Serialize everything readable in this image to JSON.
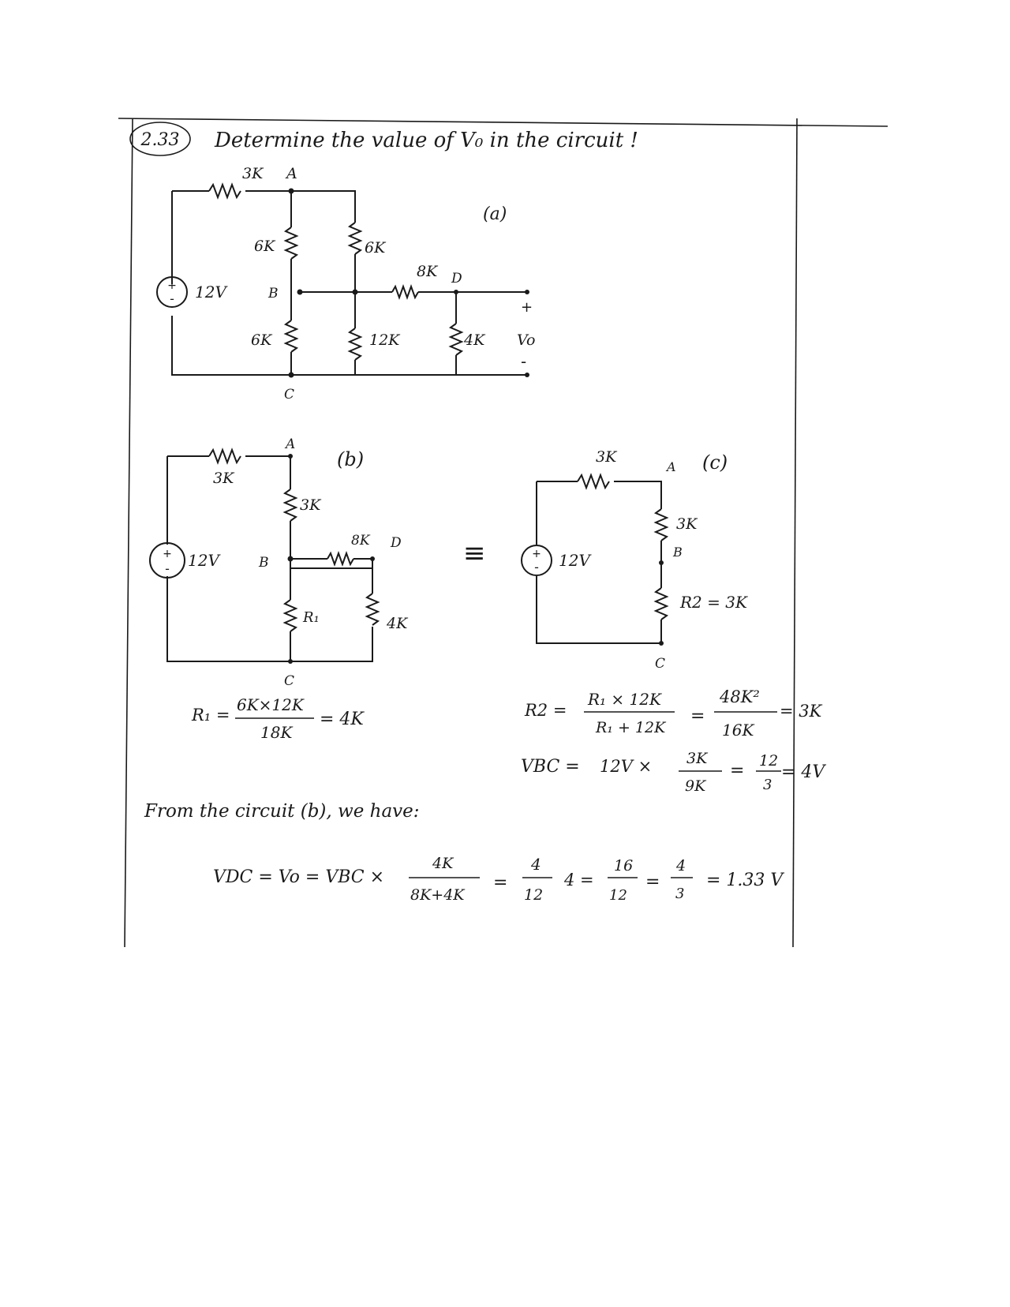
{
  "problem": {
    "number": "2.33",
    "statement": "Determine the value of V₀ in the circuit !"
  },
  "circuit_a": {
    "tag": "(a)",
    "source": "12V",
    "r_top": "3K",
    "r_ab1": "6K",
    "r_ab2": "6K",
    "r_bc1": "6K",
    "r_bc2": "12K",
    "r_bd": "8K",
    "r_load": "4K",
    "node_a": "A",
    "node_b": "B",
    "node_c": "C",
    "node_d": "D",
    "out_label": "Vo",
    "plus": "+",
    "minus": "-"
  },
  "circuit_b": {
    "tag": "(b)",
    "source": "12V",
    "r_top": "3K",
    "r_ab": "3K",
    "r_bd": "8K",
    "r_bc": "R₁",
    "r_load": "4K",
    "node_a": "A",
    "node_b": "B",
    "node_c": "C",
    "node_d": "D"
  },
  "equiv_symbol": "≡",
  "circuit_c": {
    "tag": "(c)",
    "source": "12V",
    "r_top": "3K",
    "r_ab": "3K",
    "r_bc": "R2 = 3K",
    "node_a": "A",
    "node_b": "B",
    "node_c": "C"
  },
  "equations": {
    "r1_lhs": "R₁ =",
    "r1_num": "6K×12K",
    "r1_den": "18K",
    "r1_result": "= 4K",
    "r2_lhs": "R2 =",
    "r2_num": "R₁ × 12K",
    "r2_den": "R₁ + 12K",
    "r2_eq": "=",
    "r2_num2": "48K²",
    "r2_den2": "16K",
    "r2_result": "= 3K",
    "vbc_lhs": "VBC =",
    "vbc_mid": "12V ×",
    "vbc_num": "3K",
    "vbc_den": "9K",
    "vbc_eq": "=",
    "vbc_num2": "12",
    "vbc_den2": "3",
    "vbc_result": "= 4V",
    "from_text": "From the circuit (b), we have:",
    "vdc_lhs": "VDC = Vo = VBC ×",
    "vdc_num": "4K",
    "vdc_den": "8K+4K",
    "vdc_eq1": "=",
    "vdc_num2": "4",
    "vdc_den2": "12",
    "vdc_mul": "4 =",
    "vdc_num3": "16",
    "vdc_den3": "12",
    "vdc_eq2": "=",
    "vdc_num4": "4",
    "vdc_den4": "3",
    "vdc_result": "= 1.33 V"
  }
}
